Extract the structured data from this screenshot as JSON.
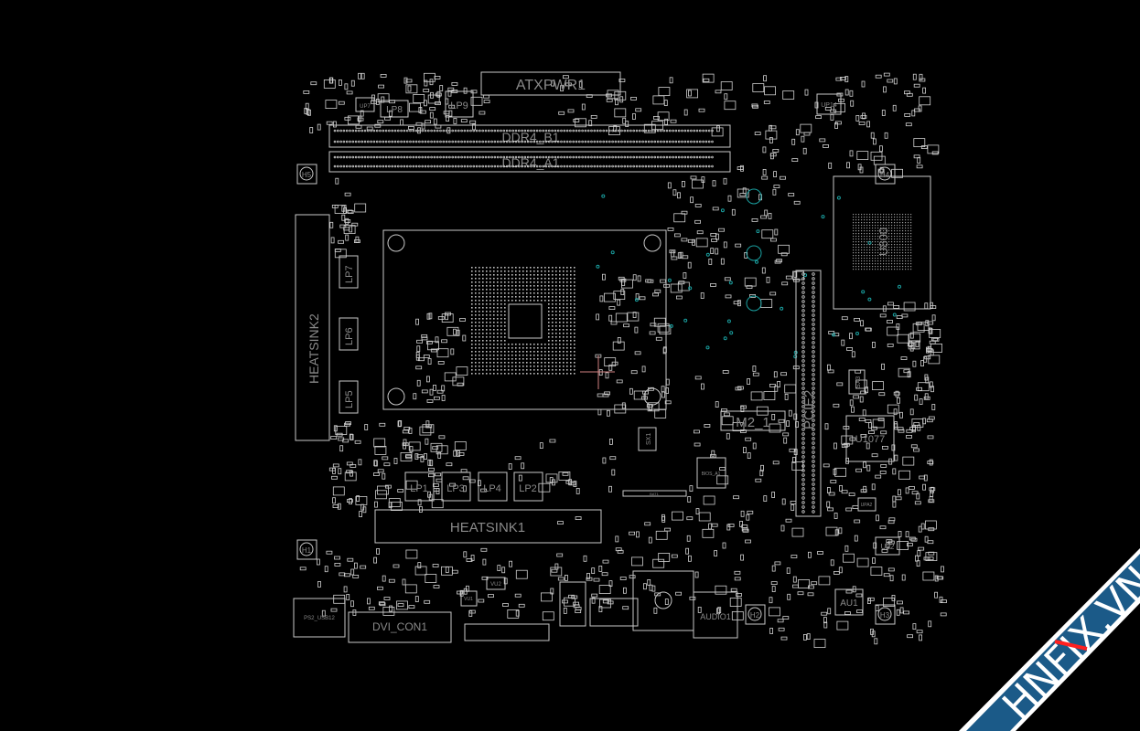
{
  "viewer": {
    "background_color": "#000000",
    "outline_color": "#c8c8c8",
    "label_color": "#8a8a8a",
    "via_color": "#1aa0a0",
    "cursor_color": "#d08080"
  },
  "components": {
    "atxpwr": "ATXPWR1",
    "ddr_b": "DDR4_B1",
    "ddr_a": "DDR4_A1",
    "lp9": "LP9",
    "lp8": "LP8",
    "up7": "UP7",
    "lp7": "LP7",
    "lp6": "LP6",
    "lp5": "LP5",
    "lp1": "LP1",
    "lp3": "LP3",
    "lp4": "LP4",
    "lp2": "LP2",
    "heatsink_left": "HEATSINK2",
    "heatsink_bottom": "HEATSINK1",
    "pcie": "PCIE2",
    "m2": "M2_1",
    "u1077": "U1077",
    "u800": "U800",
    "up14": "UP14",
    "u22": "U22",
    "au1": "AU1",
    "audio": "AUDIO1",
    "ps2": "PS2_USB12",
    "dvi": "DVI_CON1",
    "bios": "BIOS_A1",
    "bat": "BAT1",
    "sx1": "SX1",
    "sx3": "SX3",
    "vu2": "VU2",
    "vu1": "VU1",
    "upa2": "UPA2",
    "h1": "H1",
    "h2": "H2",
    "h3": "H3",
    "h4": "H4",
    "h5": "H5"
  },
  "watermark": {
    "text": "HNFIX.VN",
    "band_color": "#1b5a88",
    "text_color": "#ffffff",
    "accent_color": "#ff2020"
  }
}
